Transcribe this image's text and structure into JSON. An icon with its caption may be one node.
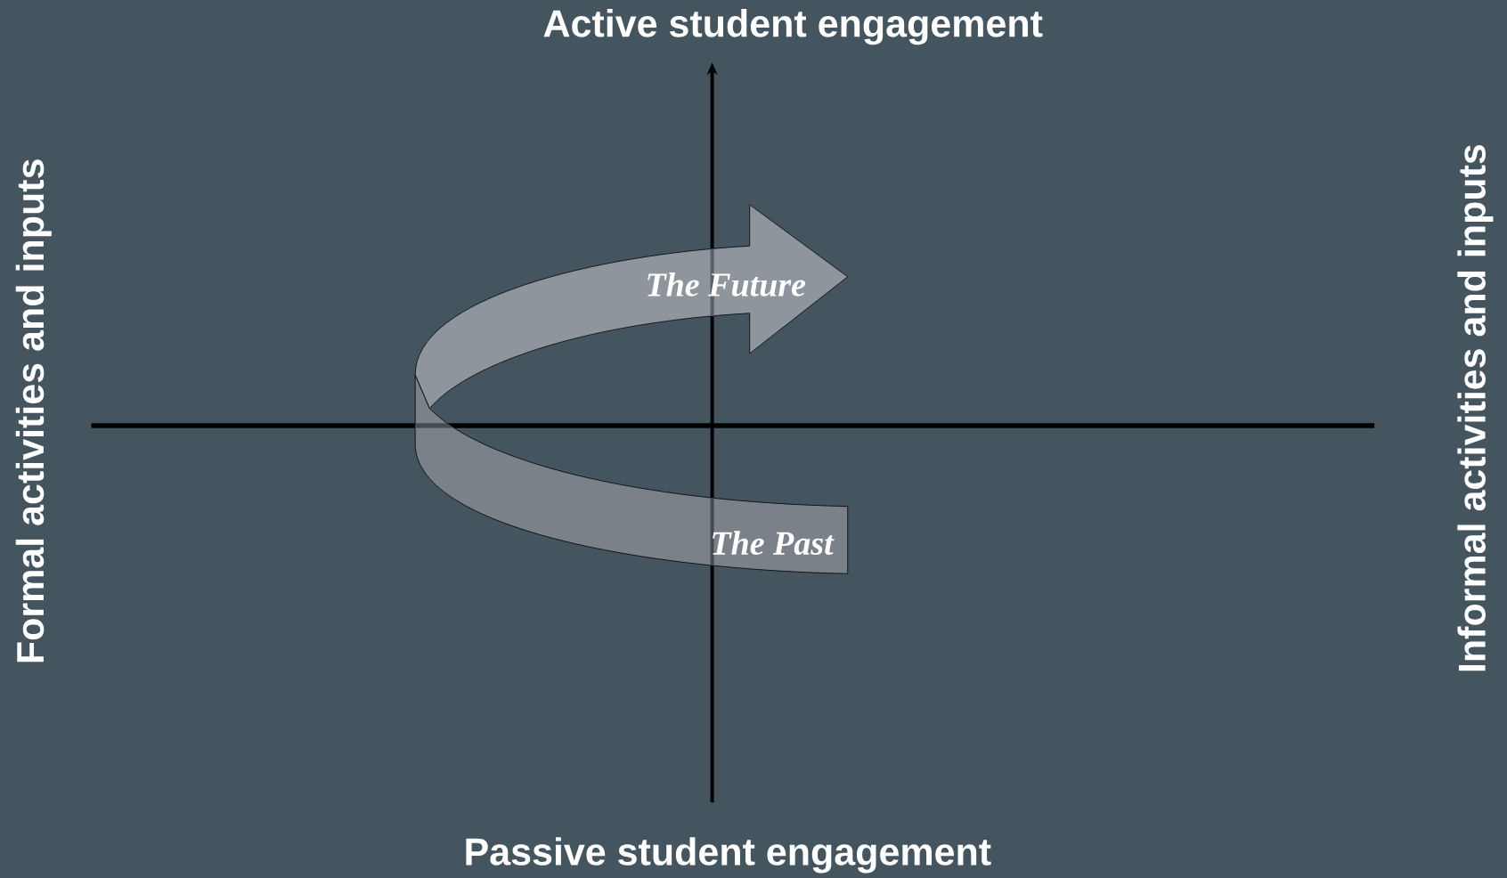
{
  "diagram": {
    "labels": [
      "Active student engagement",
      "Formal activities and inputs",
      "Informal activities and inputs",
      "The Future",
      "The Past",
      "Passive student engagement"
    ]
  }
}
